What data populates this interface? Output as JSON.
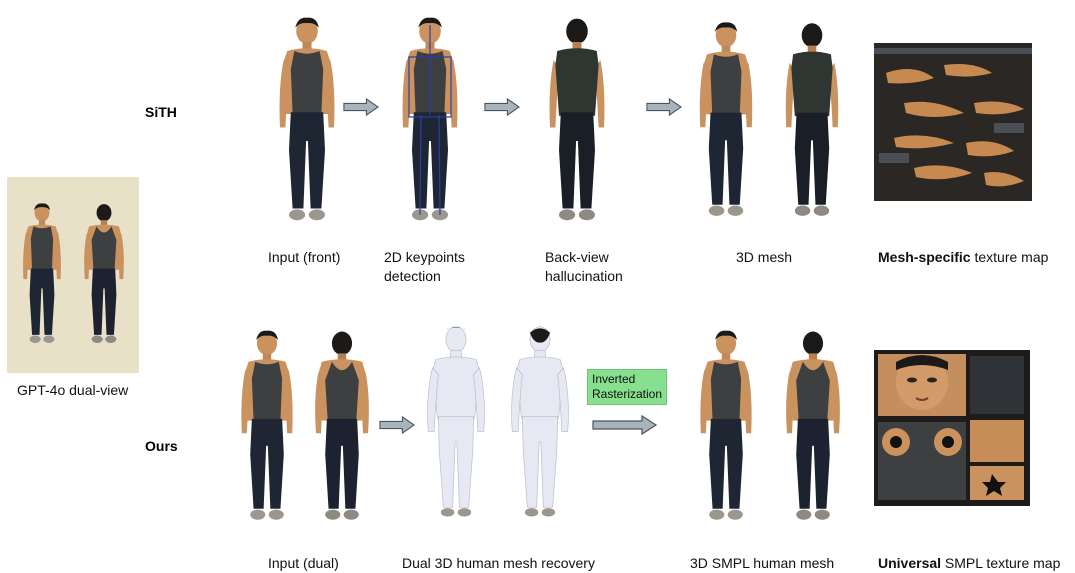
{
  "left": {
    "caption": "GPT-4o dual-view"
  },
  "rows": {
    "sith": {
      "label": "SiTH",
      "steps": [
        {
          "line1": "Input (front)",
          "line2": ""
        },
        {
          "line1": "2D keypoints",
          "line2": "detection"
        },
        {
          "line1": "Back-view",
          "line2": "hallucination"
        },
        {
          "line1": "3D mesh",
          "line2": ""
        }
      ],
      "texture": {
        "bold": "Mesh-specific",
        "rest": " texture map"
      }
    },
    "ours": {
      "label": "Ours",
      "steps": [
        {
          "line1": "Input (dual)"
        },
        {
          "line1": "Dual 3D human mesh recovery"
        },
        {
          "line1": "3D SMPL human mesh"
        }
      ],
      "tag": {
        "line1": "Inverted",
        "line2": "Rasterization"
      },
      "texture": {
        "bold": "Universal",
        "rest": " SMPL texture map"
      }
    }
  },
  "colors": {
    "skin": "#c9925f",
    "hair": "#1c1a19",
    "tank": "#3d3f40",
    "pants": "#1f2633",
    "shoe": "#9c978e",
    "mesh": "#e6e8f3",
    "arrow": "#a9b3ba",
    "tag_bg": "#86e08e"
  }
}
